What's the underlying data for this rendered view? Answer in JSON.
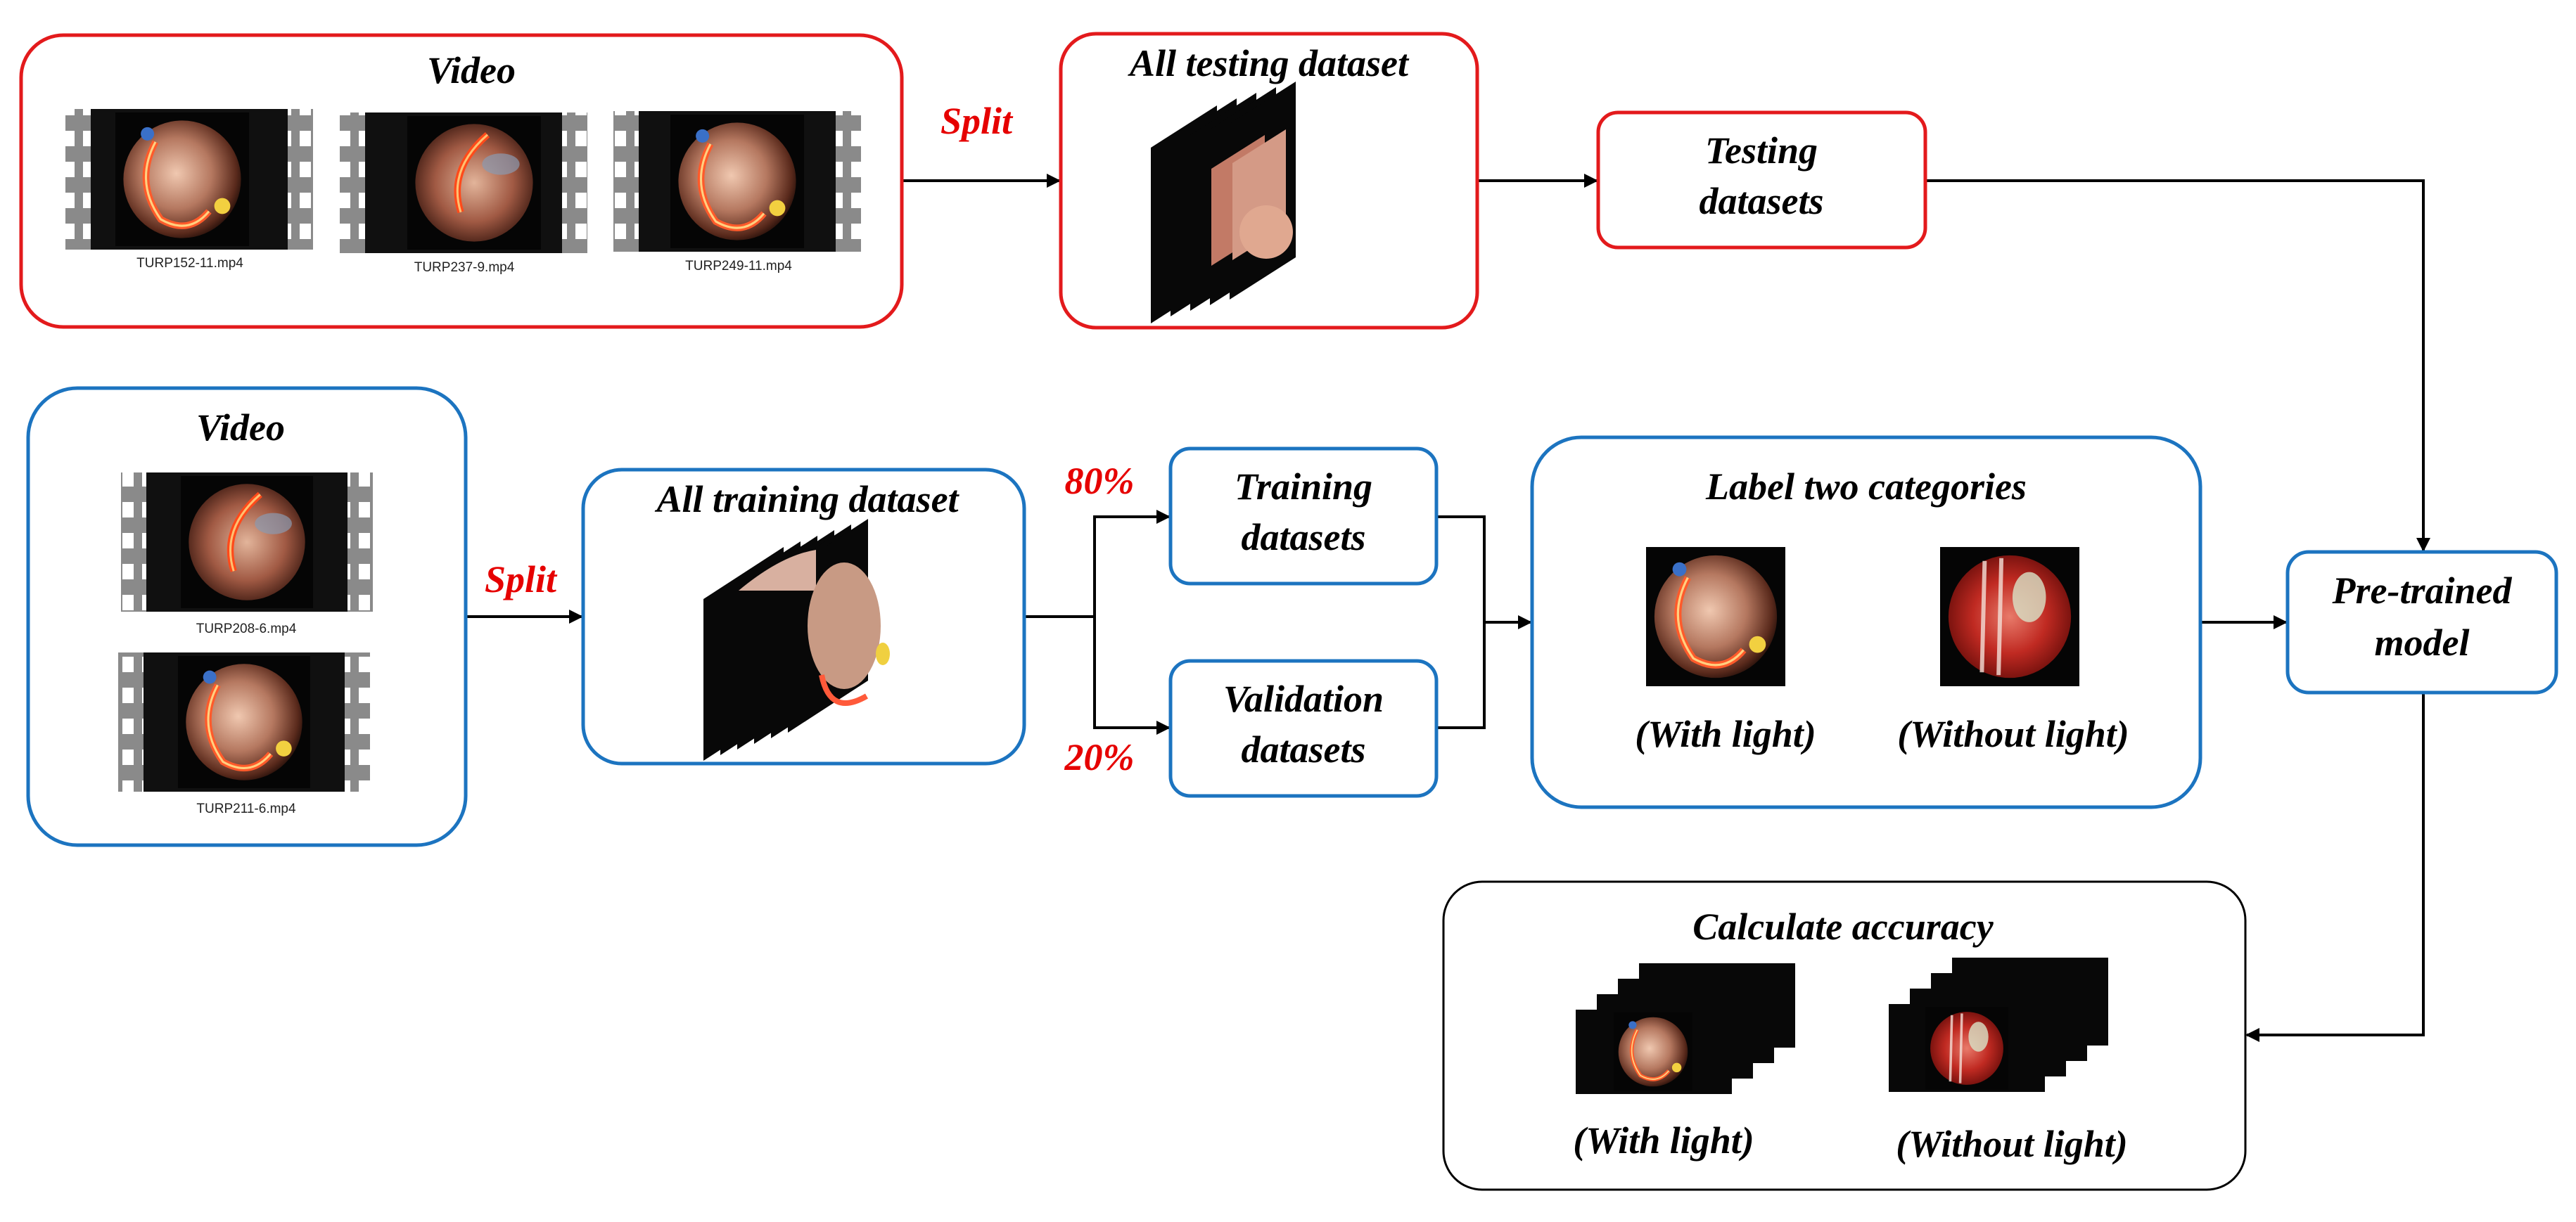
{
  "colors": {
    "test_border": "#e31a1c",
    "train_border": "#1c74c0",
    "split_text": "#e60000",
    "percent_text": "#e60000",
    "frame_dark": "#101010"
  },
  "test_video": {
    "title": "Video",
    "clips": [
      "TURP152-11.mp4",
      "TURP237-9.mp4",
      "TURP249-11.mp4"
    ]
  },
  "test_split_label": "Split",
  "all_testing": {
    "title": "All testing dataset"
  },
  "testing_datasets": {
    "line1": "Testing",
    "line2": "datasets"
  },
  "train_video": {
    "title": "Video",
    "clips": [
      "TURP208-6.mp4",
      "TURP211-6.mp4"
    ]
  },
  "train_split_label": "Split",
  "all_training": {
    "title": "All training dataset"
  },
  "pct_train": "80%",
  "pct_val": "20%",
  "training_datasets": {
    "line1": "Training",
    "line2": "datasets"
  },
  "validation_datasets": {
    "line1": "Validation",
    "line2": "datasets"
  },
  "label_categories": {
    "title": "Label two categories",
    "with_light": "(With light)",
    "without_light": "(Without light)"
  },
  "pretrained_model": {
    "line1": "Pre-trained",
    "line2": "model"
  },
  "calc_accuracy": {
    "title": "Calculate accuracy",
    "with_light": "(With light)",
    "without_light": "(Without light)"
  }
}
